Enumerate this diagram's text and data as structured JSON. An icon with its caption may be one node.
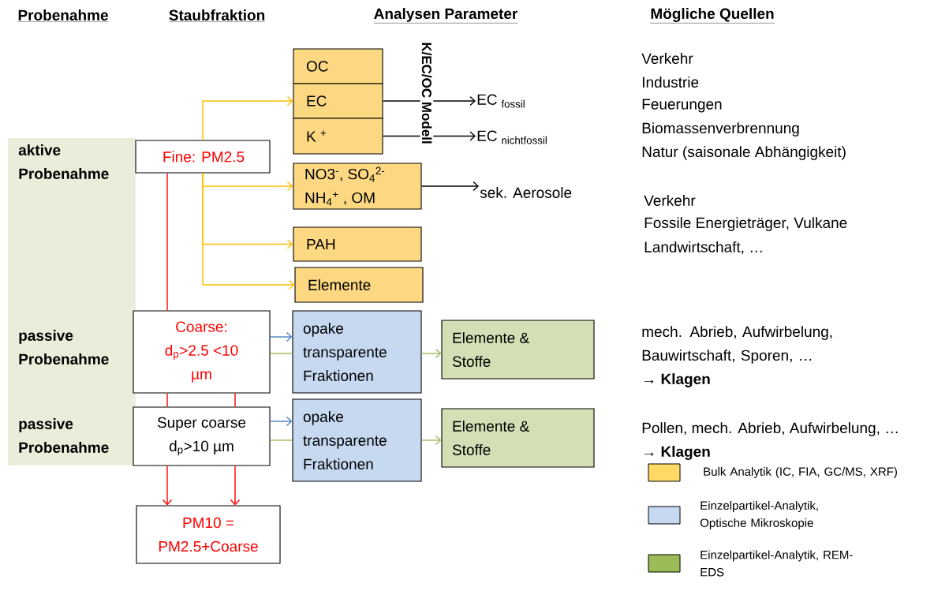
{
  "diagram": {
    "nodes": [
      {
        "text": [
          "aktive Probenahme",
          "passive Probenahme",
          "passive Probenahme"
        ]
      },
      {
        "text": [
          "Fine: PM2.5"
        ]
      },
      {
        "text": [
          "OC"
        ]
      },
      {
        "text": [
          "EC"
        ]
      },
      {
        "text": [
          "K $^{+}$"
        ]
      },
      {
        "text": [
          "NO3$^{-}$, SO$_{4}$$^{2-}$ NH$_{4}$$^{+}$ , OM"
        ]
      },
      {
        "text": [
          "PAH"
        ]
      },
      {
        "text": [
          "Elemente"
        ]
      },
      {
        "text": [
          "Coarse: d$_{p}$>2.5 <10 µm"
        ]
      },
      {
        "text": [
          "opake transparente Fraktionen"
        ]
      },
      {
        "text": [
          "Elemente & Stoffe"
        ]
      },
      {
        "text": [
          "Super coarse d$_{p}$>10 µm"
        ]
      },
      {
        "text": [
          "opake transparente Fraktionen"
        ]
      },
      {
        "text": [
          "Elemente & Stoffe"
        ]
      },
      {
        "text": [
          "PM10 = PM2.5+Coarse"
        ]
      },
      {
        "text": [
          "\\mathrm{EC}\\;_{\\mathrm{fossil}}"
        ]
      },
      {
        "text": [
          "\\mathrm{EC}\\;_{\\mathrm{nichtfossil}}"
        ]
      },
      {
        "text": [
          "sek. Aerosole"
        ]
      }
    ],
    "edges": [
      {
        "from": 1,
        "to": 3,
        "arrow": "to",
        "color": "#ffc000"
      },
      {
        "from": 1,
        "to": 5,
        "arrow": "to",
        "color": "#ffc000"
      },
      {
        "from": 1,
        "to": 6,
        "arrow": "to",
        "color": "#ffc000"
      },
      {
        "from": 1,
        "to": 7,
        "arrow": "to",
        "color": "#ffc000"
      },
      {
        "from": 3,
        "to": 15,
        "arrow": "to",
        "color": "#000000"
      },
      {
        "from": 4,
        "to": 16,
        "arrow": "to",
        "color": "#000000"
      },
      {
        "from": 5,
        "to": 17,
        "arrow": "to",
        "color": "#000000"
      },
      {
        "from": 1,
        "to": 8,
        "arrow": "none",
        "color": "#ff0000"
      },
      {
        "from": 8,
        "to": 11,
        "arrow": "none",
        "color": "#ff0000"
      },
      {
        "from": 8,
        "to": 11,
        "arrow": "none",
        "color": "#ff0000"
      },
      {
        "from": 11,
        "to": 14,
        "arrow": "to",
        "color": "#ff0000"
      },
      {
        "from": 11,
        "to": 14,
        "arrow": "to",
        "color": "#ff0000"
      },
      {
        "from": 8,
        "to": 9,
        "arrow": "to",
        "color": "#4f81bd"
      },
      {
        "from": 8,
        "to": 9,
        "arrow": "none",
        "color": "#9bbb59"
      },
      {
        "from": 9,
        "to": 10,
        "arrow": "to",
        "color": "#9bbb59"
      },
      {
        "from": 11,
        "to": 12,
        "arrow": "to",
        "color": "#4f81bd"
      },
      {
        "from": 11,
        "to": 12,
        "arrow": "none",
        "color": "#9bbb59"
      },
      {
        "from": 12,
        "to": 13,
        "arrow": "to",
        "color": "#9bbb59"
      }
    ],
    "labels": [
      "Probenahme",
      "Staubfraktion",
      "Analysen Parameter",
      "Mögliche Quellen",
      "K/EC/OC Modell",
      "Verkehr",
      "Industrie",
      "Feuerungen",
      "Biomassenverbrennung",
      "Natur (saisonale Abhängigkeit)",
      "Verkehr",
      "Fossile Energieträger, Vulkane",
      "Landwirtschaft, …",
      "mech. Abrieb, Aufwirbelung, Bauwirtschaft, Sporen, …",
      "→ Klagen",
      "Pollen, mech. Abrieb, Aufwirbelung, …",
      "→ Klagen"
    ],
    "legend": [
      {
        "text": "Bulk Analytik (IC, FIA, GC/MS, XRF)",
        "color": "#ffd966"
      },
      {
        "text": "Einzelpartikel-Analytik, Optische Mikroskopie",
        "color": "#c6d9f1"
      },
      {
        "text": "Einzelpartikel-Analytik, REM-EDS",
        "color": "#9bbb59"
      }
    ]
  }
}
